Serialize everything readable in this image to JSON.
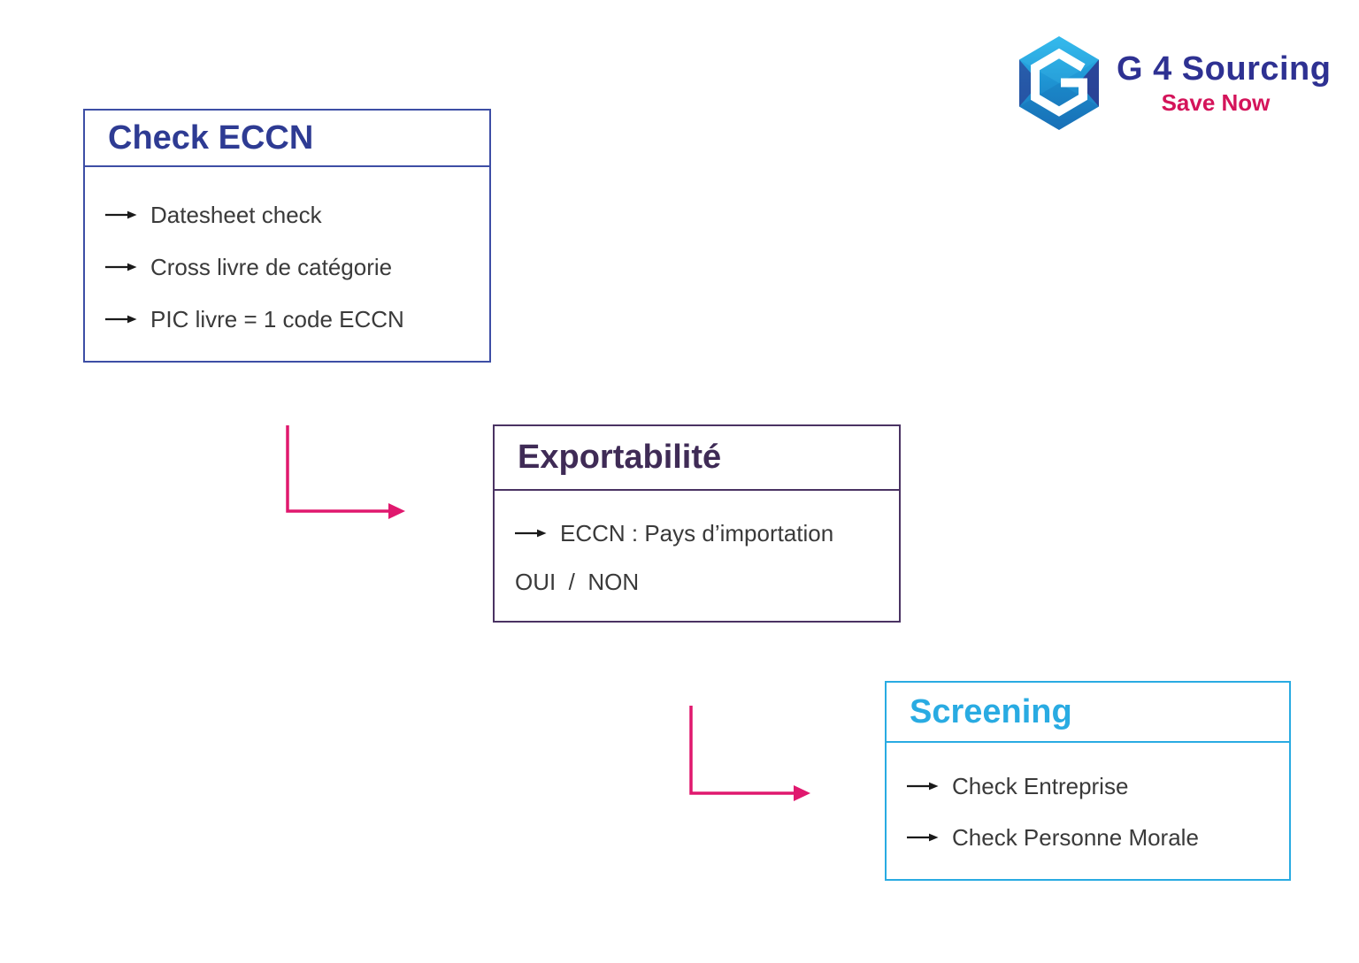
{
  "logo": {
    "brand": "G 4 Sourcing",
    "tagline": "Save Now",
    "icon": "hexagon-g-logo",
    "brand_color": "#2E3192",
    "tagline_color": "#D4145A"
  },
  "boxes": [
    {
      "id": "check-eccn",
      "title": "Check ECCN",
      "title_color": "#2E3B93",
      "border_color": "#3D4EA5",
      "items": [
        {
          "bullet": "arrow",
          "text": "Datesheet check"
        },
        {
          "bullet": "arrow",
          "text": "Cross livre de catégorie"
        },
        {
          "bullet": "arrow",
          "text": "PIC livre = 1 code ECCN"
        }
      ]
    },
    {
      "id": "exportabilite",
      "title": "Exportabilité",
      "title_color": "#3F2B56",
      "border_color": "#4A3363",
      "items": [
        {
          "bullet": "arrow",
          "text": "ECCN : Pays d’importation"
        },
        {
          "bullet": "none",
          "text": "OUI  /  NON"
        }
      ]
    },
    {
      "id": "screening",
      "title": "Screening",
      "title_color": "#29ABE2",
      "border_color": "#29ABE2",
      "items": [
        {
          "bullet": "arrow",
          "text": "Check Entreprise"
        },
        {
          "bullet": "arrow",
          "text": "Check Personne Morale"
        }
      ]
    }
  ],
  "connectors": [
    {
      "from": "check-eccn",
      "to": "exportabilite",
      "shape": "elbow-down-right",
      "color": "#E0186E"
    },
    {
      "from": "exportabilite",
      "to": "screening",
      "shape": "elbow-down-right",
      "color": "#E0186E"
    }
  ],
  "bullet_arrow_color": "#1a1a1a"
}
